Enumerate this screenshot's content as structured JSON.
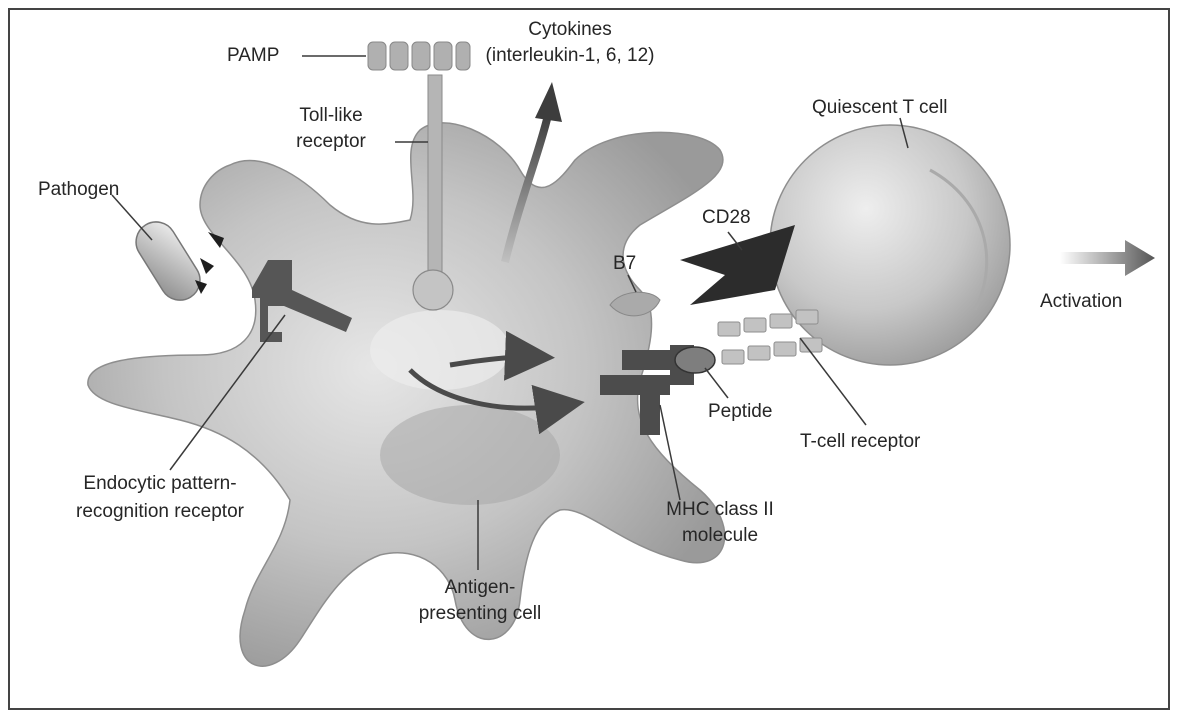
{
  "labels": {
    "pamp": "PAMP",
    "cytokines_line1": "Cytokines",
    "cytokines_line2": "(interleukin-1, 6, 12)",
    "quiescent_t_cell": "Quiescent T cell",
    "toll_like_line1": "Toll-like",
    "toll_like_line2": "receptor",
    "pathogen": "Pathogen",
    "cd28": "CD28",
    "b7": "B7",
    "activation": "Activation",
    "peptide": "Peptide",
    "t_cell_receptor": "T-cell receptor",
    "endocytic_line1": "Endocytic pattern-",
    "endocytic_line2": "recognition receptor",
    "mhc_line1": "MHC class II",
    "mhc_line2": "molecule",
    "apc_line1": "Antigen-",
    "apc_line2": "presenting cell"
  },
  "colors": {
    "cell_fill": "#c9c9c9",
    "cell_shade": "#9e9e9e",
    "receptor_dark": "#555555",
    "arrow": "#4a4a4a",
    "line": "#3a3a3a"
  }
}
